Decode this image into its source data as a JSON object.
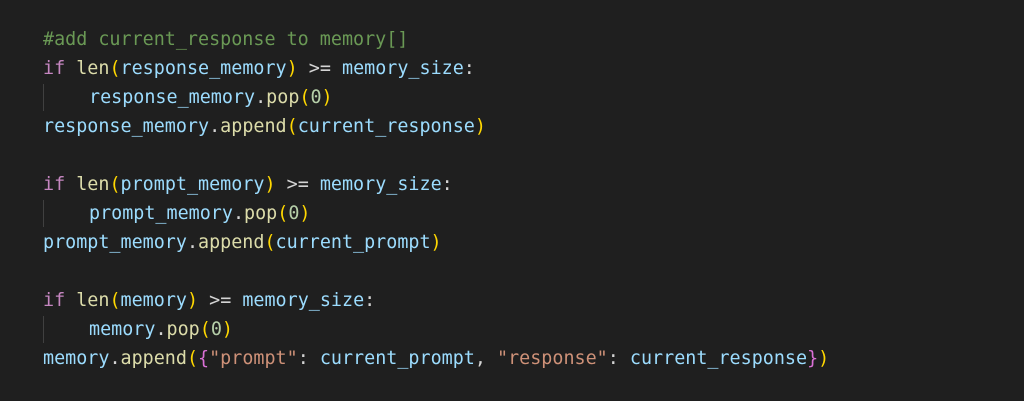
{
  "editor": {
    "lines": [
      {
        "indent": false,
        "tokens": [
          {
            "t": "#add current_response to memory[]",
            "c": "comment"
          }
        ]
      },
      {
        "indent": false,
        "tokens": [
          {
            "t": "if",
            "c": "keyword"
          },
          {
            "t": " ",
            "c": "op"
          },
          {
            "t": "len",
            "c": "func"
          },
          {
            "t": "(",
            "c": "br1"
          },
          {
            "t": "response_memory",
            "c": "var"
          },
          {
            "t": ")",
            "c": "br1"
          },
          {
            "t": " >= ",
            "c": "op"
          },
          {
            "t": "memory_size",
            "c": "var"
          },
          {
            "t": ":",
            "c": "punct"
          }
        ]
      },
      {
        "indent": true,
        "tokens": [
          {
            "t": "response_memory",
            "c": "var"
          },
          {
            "t": ".",
            "c": "punct"
          },
          {
            "t": "pop",
            "c": "func"
          },
          {
            "t": "(",
            "c": "br1"
          },
          {
            "t": "0",
            "c": "number"
          },
          {
            "t": ")",
            "c": "br1"
          }
        ]
      },
      {
        "indent": false,
        "tokens": [
          {
            "t": "response_memory",
            "c": "var"
          },
          {
            "t": ".",
            "c": "punct"
          },
          {
            "t": "append",
            "c": "func"
          },
          {
            "t": "(",
            "c": "br1"
          },
          {
            "t": "current_response",
            "c": "var"
          },
          {
            "t": ")",
            "c": "br1"
          }
        ]
      },
      {
        "indent": false,
        "tokens": []
      },
      {
        "indent": false,
        "tokens": [
          {
            "t": "if",
            "c": "keyword"
          },
          {
            "t": " ",
            "c": "op"
          },
          {
            "t": "len",
            "c": "func"
          },
          {
            "t": "(",
            "c": "br1"
          },
          {
            "t": "prompt_memory",
            "c": "var"
          },
          {
            "t": ")",
            "c": "br1"
          },
          {
            "t": " >= ",
            "c": "op"
          },
          {
            "t": "memory_size",
            "c": "var"
          },
          {
            "t": ":",
            "c": "punct"
          }
        ]
      },
      {
        "indent": true,
        "tokens": [
          {
            "t": "prompt_memory",
            "c": "var"
          },
          {
            "t": ".",
            "c": "punct"
          },
          {
            "t": "pop",
            "c": "func"
          },
          {
            "t": "(",
            "c": "br1"
          },
          {
            "t": "0",
            "c": "number"
          },
          {
            "t": ")",
            "c": "br1"
          }
        ]
      },
      {
        "indent": false,
        "tokens": [
          {
            "t": "prompt_memory",
            "c": "var"
          },
          {
            "t": ".",
            "c": "punct"
          },
          {
            "t": "append",
            "c": "func"
          },
          {
            "t": "(",
            "c": "br1"
          },
          {
            "t": "current_prompt",
            "c": "var"
          },
          {
            "t": ")",
            "c": "br1"
          }
        ]
      },
      {
        "indent": false,
        "tokens": []
      },
      {
        "indent": false,
        "tokens": [
          {
            "t": "if",
            "c": "keyword"
          },
          {
            "t": " ",
            "c": "op"
          },
          {
            "t": "len",
            "c": "func"
          },
          {
            "t": "(",
            "c": "br1"
          },
          {
            "t": "memory",
            "c": "var"
          },
          {
            "t": ")",
            "c": "br1"
          },
          {
            "t": " >= ",
            "c": "op"
          },
          {
            "t": "memory_size",
            "c": "var"
          },
          {
            "t": ":",
            "c": "punct"
          }
        ]
      },
      {
        "indent": true,
        "tokens": [
          {
            "t": "memory",
            "c": "var"
          },
          {
            "t": ".",
            "c": "punct"
          },
          {
            "t": "pop",
            "c": "func"
          },
          {
            "t": "(",
            "c": "br1"
          },
          {
            "t": "0",
            "c": "number"
          },
          {
            "t": ")",
            "c": "br1"
          }
        ]
      },
      {
        "indent": false,
        "tokens": [
          {
            "t": "memory",
            "c": "var"
          },
          {
            "t": ".",
            "c": "punct"
          },
          {
            "t": "append",
            "c": "func"
          },
          {
            "t": "(",
            "c": "br1"
          },
          {
            "t": "{",
            "c": "br2"
          },
          {
            "t": "\"prompt\"",
            "c": "string"
          },
          {
            "t": ": ",
            "c": "punct"
          },
          {
            "t": "current_prompt",
            "c": "var"
          },
          {
            "t": ", ",
            "c": "punct"
          },
          {
            "t": "\"response\"",
            "c": "string"
          },
          {
            "t": ": ",
            "c": "punct"
          },
          {
            "t": "current_response",
            "c": "var"
          },
          {
            "t": "}",
            "c": "br2"
          },
          {
            "t": ")",
            "c": "br1"
          }
        ]
      }
    ]
  },
  "colors": {
    "background": "#1f1f1f",
    "comment": "#6a9955",
    "keyword": "#c586c0",
    "function": "#dcdcaa",
    "variable": "#9cdcfe",
    "operator": "#d4d4d4",
    "number": "#b5cea8",
    "string": "#ce9178",
    "bracket_level_1": "#ffd700",
    "bracket_level_2": "#da70d6",
    "indent_guide": "#404040"
  }
}
